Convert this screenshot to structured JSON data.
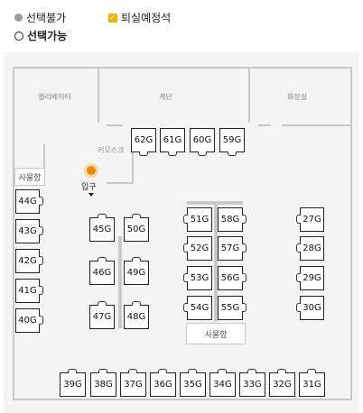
{
  "legend": {
    "unavailable": "선택불가",
    "checkout": "퇴실예정석",
    "available": "선택가능"
  },
  "rooms": {
    "elevator": "엘리베이터",
    "stairs": "계단",
    "restroom": "화장실",
    "kiosk": "키오스크",
    "locker_left": "사물함",
    "locker_center": "사물함",
    "entrance": "입구"
  },
  "seats": {
    "top_row": [
      "62G",
      "61G",
      "60G",
      "59G"
    ],
    "left_column": [
      "44G",
      "43G",
      "42G",
      "41G",
      "40G"
    ],
    "block_a_left": [
      "45G",
      "46G",
      "47G"
    ],
    "block_a_right": [
      "50G",
      "49G",
      "48G"
    ],
    "block_b_left": [
      "51G",
      "52G",
      "53G",
      "54G"
    ],
    "block_b_right": [
      "58G",
      "57G",
      "56G",
      "55G"
    ],
    "right_column": [
      "27G",
      "28G",
      "29G",
      "30G"
    ],
    "bottom_row": [
      "39G",
      "38G",
      "37G",
      "36G",
      "35G",
      "34G",
      "33G",
      "32G",
      "31G"
    ]
  },
  "colors": {
    "accent": "#f0b000",
    "entrance": "#f08a00",
    "floor": "#f4f4f4",
    "wall": "#c8c8c8"
  }
}
